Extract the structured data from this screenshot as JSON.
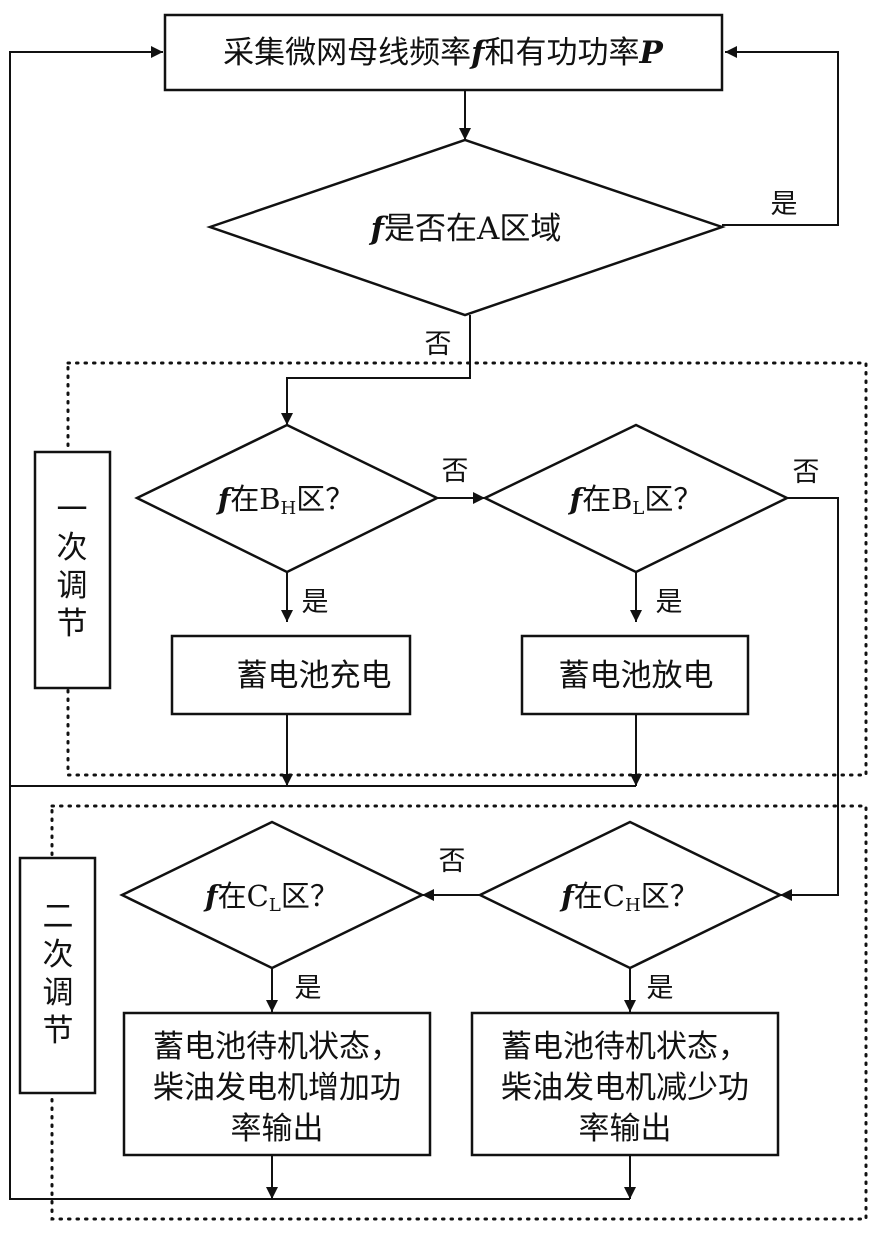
{
  "nodes": {
    "collect": {
      "label_a": "采集微网母线频率",
      "var_f": "f",
      "label_b": "和有功功率",
      "var_p": "P"
    },
    "check_a": {
      "var_f": "f",
      "label": "是否在A区域"
    },
    "check_bh": {
      "var_f": "f",
      "label_pre": "在",
      "zone": "B",
      "sub": "H",
      "label_post": "区？"
    },
    "check_bl": {
      "var_f": "f",
      "label_pre": "在",
      "zone": "B",
      "sub": "L",
      "label_post": "区？"
    },
    "charge": {
      "label": "蓄电池充电"
    },
    "discharge": {
      "label": "蓄电池放电"
    },
    "check_cl": {
      "var_f": "f",
      "label_pre": "在",
      "zone": "C",
      "sub": "L",
      "label_post": "区？"
    },
    "check_ch": {
      "var_f": "f",
      "label_pre": "在",
      "zone": "C",
      "sub": "H",
      "label_post": "区？"
    },
    "increase": {
      "line1": "蓄电池待机状态，",
      "line2": "柴油发电机增加功",
      "line3": "率输出"
    },
    "decrease": {
      "line1": "蓄电池待机状态，",
      "line2": "柴油发电机减少功",
      "line3": "率输出"
    }
  },
  "groups": {
    "primary": {
      "c1": "一",
      "c2": "次",
      "c3": "调",
      "c4": "节"
    },
    "secondary": {
      "c1": "二",
      "c2": "次",
      "c3": "调",
      "c4": "节"
    }
  },
  "edges": {
    "a_yes": "是",
    "a_no": "否",
    "bh_no": "否",
    "bh_yes": "是",
    "bl_no": "否",
    "bl_yes": "是",
    "ch_no": "否",
    "ch_yes": "是",
    "cl_yes": "是"
  }
}
